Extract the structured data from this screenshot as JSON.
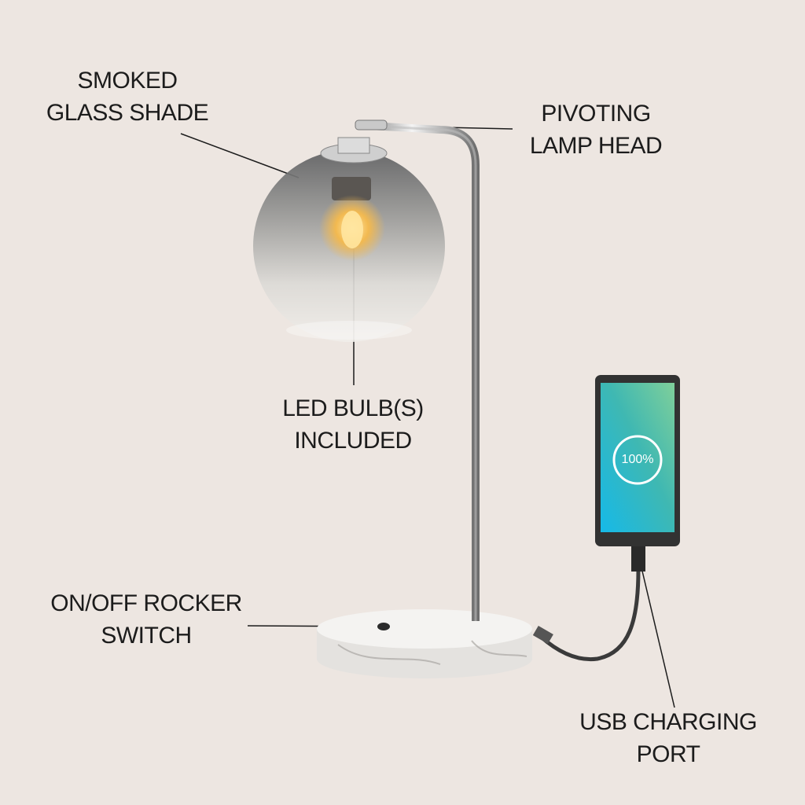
{
  "callouts": {
    "shade": {
      "line1": "SMOKED",
      "line2": "GLASS SHADE"
    },
    "head": {
      "line1": "PIVOTING",
      "line2": "LAMP HEAD"
    },
    "bulb": {
      "line1": "LED BULB(S)",
      "line2": "INCLUDED"
    },
    "switch": {
      "line1": "ON/OFF ROCKER",
      "line2": "SWITCH"
    },
    "usb": {
      "line1": "USB CHARGING",
      "line2": "PORT"
    }
  },
  "phone": {
    "battery_text": "100%",
    "battery_percent": 100
  },
  "colors": {
    "background": "#ede6e1",
    "text": "#1c1c1c"
  }
}
